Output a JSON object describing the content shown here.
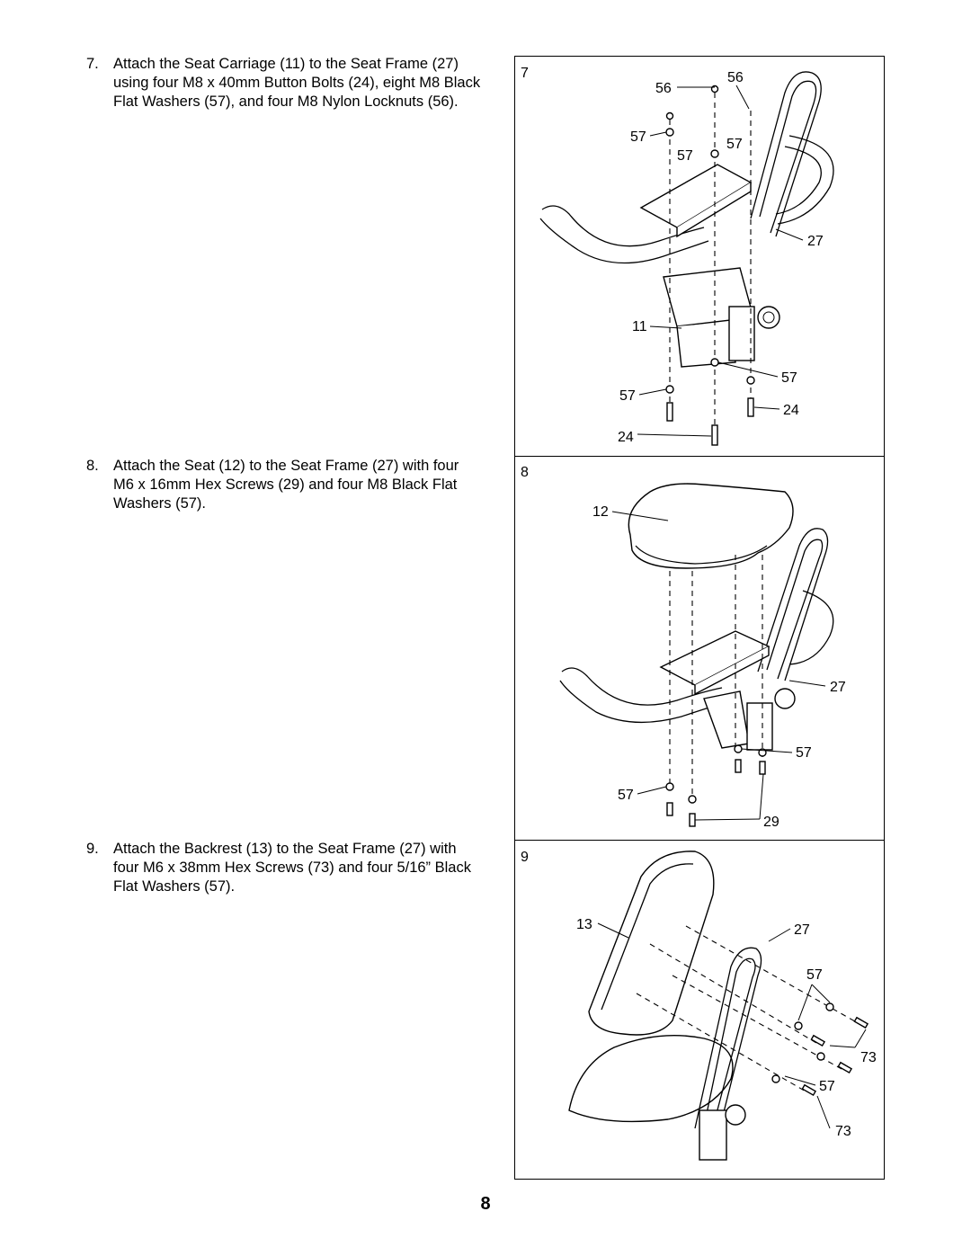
{
  "steps": [
    {
      "number": "7.",
      "text": "Attach the Seat Carriage (11) to the Seat Frame (27) using four M8 x 40mm Button Bolts (24), eight M8 Black Flat Washers (57), and four M8 Nylon Locknuts (56)."
    },
    {
      "number": "8.",
      "text": "Attach the Seat (12) to the Seat Frame (27) with four M6 x 16mm Hex Screws (29) and four M8 Black Flat Washers (57)."
    },
    {
      "number": "9.",
      "text": "Attach the Backrest (13) to the Seat Frame (27) with four M6 x 38mm Hex Screws (73) and four 5/16” Black Flat Washers (57)."
    }
  ],
  "panels": [
    {
      "step_label": "7",
      "callouts": [
        "56",
        "56",
        "57",
        "57",
        "57",
        "27",
        "11",
        "57",
        "57",
        "24",
        "24"
      ]
    },
    {
      "step_label": "8",
      "callouts": [
        "12",
        "27",
        "57",
        "57",
        "29"
      ]
    },
    {
      "step_label": "9",
      "callouts": [
        "13",
        "27",
        "57",
        "73",
        "57",
        "73"
      ]
    }
  ],
  "page_number": "8"
}
